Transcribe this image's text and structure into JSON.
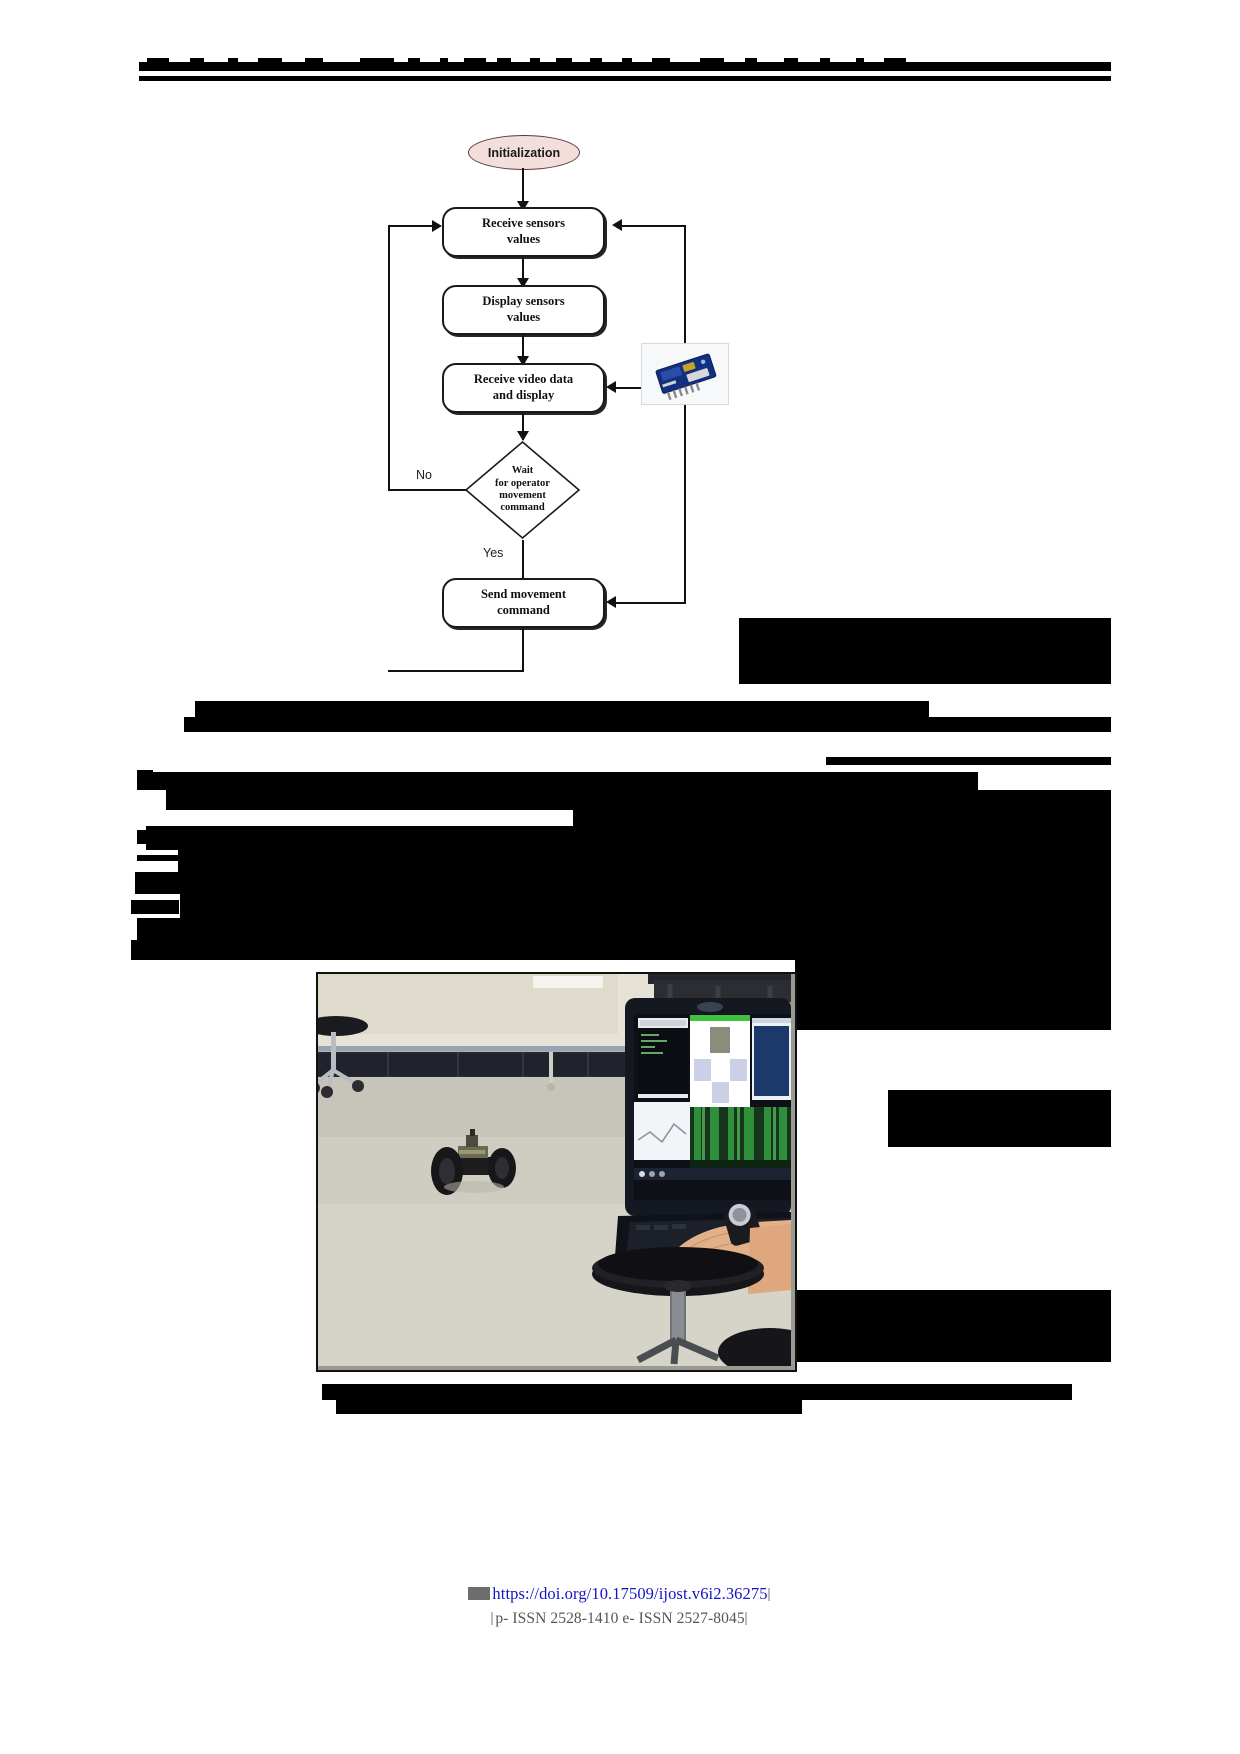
{
  "document": {
    "type": "journal-article-page",
    "redacted": true
  },
  "flowchart": {
    "title": "Operator control program flowchart",
    "nodes": [
      {
        "id": "init",
        "label": "Initialization",
        "shape": "terminator"
      },
      {
        "id": "recv",
        "label": "Receive sensors values",
        "line1": "Receive sensors",
        "line2": "values",
        "shape": "process"
      },
      {
        "id": "disp",
        "label": "Display sensors values",
        "line1": "Display sensors",
        "line2": "values",
        "shape": "process"
      },
      {
        "id": "video",
        "label": "Receive video data and display",
        "line1": "Receive video data",
        "line2": "and display",
        "shape": "process"
      },
      {
        "id": "wait",
        "label": "Wait for operator movement command",
        "shape": "decision",
        "lines": [
          "Wait",
          "for operator",
          "movement",
          "command"
        ]
      },
      {
        "id": "send",
        "label": "Send movement command",
        "line1": "Send movement",
        "line2": "command",
        "shape": "process"
      }
    ],
    "edge_labels": {
      "no": "No",
      "yes": "Yes"
    },
    "attachment": {
      "name": "bluetooth-module-image",
      "alt": "HC-05 Bluetooth module photo"
    }
  },
  "photo": {
    "name": "robot-teleoperation-photo",
    "alt": "Operator controlling a wheeled robot from a laptop in a corridor"
  },
  "footer": {
    "doi_prefix": "",
    "doi": "https://doi.org/10.17509/ijost.v6i2.36275",
    "issn": "p- ISSN 2528-1410 e- ISSN 2527-8045"
  },
  "colors": {
    "terminator_fill": "#f4dedc",
    "terminator_stroke": "#5b3a3a",
    "node_stroke": "#1a1a1a",
    "doi_link": "#1414c8",
    "issn_text": "#555555",
    "redaction": "#000000"
  }
}
